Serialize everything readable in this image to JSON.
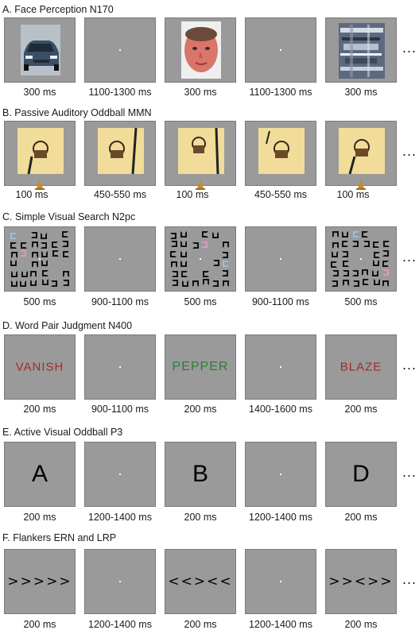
{
  "ellipsis": "...",
  "sections": {
    "a": {
      "title": "A. Face Perception N170",
      "durations": [
        "300 ms",
        "1100-1300 ms",
        "300 ms",
        "1100-1300 ms",
        "300 ms"
      ]
    },
    "b": {
      "title": "B. Passive Auditory Oddball MMN",
      "durations": [
        "100 ms",
        "450-550 ms",
        "100 ms",
        "450-550 ms",
        "100 ms"
      ]
    },
    "c": {
      "title": "C. Simple Visual Search N2pc",
      "durations": [
        "500  ms",
        "900-1100 ms",
        "500  ms",
        "900-1100 ms",
        "500  ms"
      ]
    },
    "d": {
      "title": "D. Word Pair Judgment N400",
      "durations": [
        "200  ms",
        "900-1100 ms",
        "200  ms",
        "1400-1600 ms",
        "200  ms"
      ],
      "words": [
        {
          "text": "VANISH",
          "color": "#a52a2a"
        },
        {
          "text": "PEPPER",
          "color": "#2e7d32"
        },
        {
          "text": "BLAZE",
          "color": "#a52a2a"
        }
      ]
    },
    "e": {
      "title": "E. Active Visual Oddball P3",
      "durations": [
        "200 ms",
        "1200-1400 ms",
        "200 ms",
        "1200-1400 ms",
        "200 ms"
      ],
      "letters": [
        "A",
        "B",
        "D"
      ]
    },
    "f": {
      "title": "F. Flankers ERN and LRP",
      "durations": [
        "200 ms",
        "1200-1400 ms",
        "200 ms",
        "1200-1400 ms",
        "200 ms"
      ],
      "arrows": [
        ">>>>>",
        "<<><<",
        ">><>>"
      ]
    }
  },
  "colors": {
    "panel_gray": "#9a9a9a",
    "target_blue": "#8fc3e0",
    "target_pink": "#d99ac4"
  }
}
